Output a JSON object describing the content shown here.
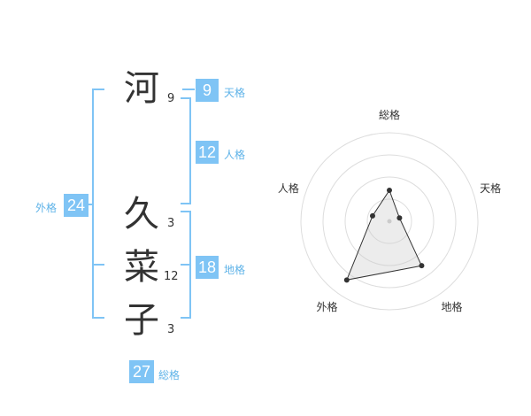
{
  "name": {
    "chars": [
      {
        "kanji": "河",
        "strokes": "9"
      },
      {
        "kanji": "久",
        "strokes": "3"
      },
      {
        "kanji": "菜",
        "strokes": "12"
      },
      {
        "kanji": "子",
        "strokes": "3"
      }
    ]
  },
  "fortune": {
    "tenkaku": {
      "value": "9",
      "label": "天格"
    },
    "jinkaku": {
      "value": "12",
      "label": "人格"
    },
    "chikaku": {
      "value": "18",
      "label": "地格"
    },
    "gaikaku": {
      "value": "24",
      "label": "外格"
    },
    "soukaku": {
      "value": "27",
      "label": "総格"
    }
  },
  "colors": {
    "accent": "#7fc4f5",
    "accent_text": "#5fb3e8"
  },
  "chart_data": {
    "type": "radar",
    "axes": [
      "総格",
      "天格",
      "地格",
      "外格",
      "人格"
    ],
    "values": [
      0.35,
      0.12,
      0.62,
      0.82,
      0.2
    ],
    "rings": 4
  }
}
